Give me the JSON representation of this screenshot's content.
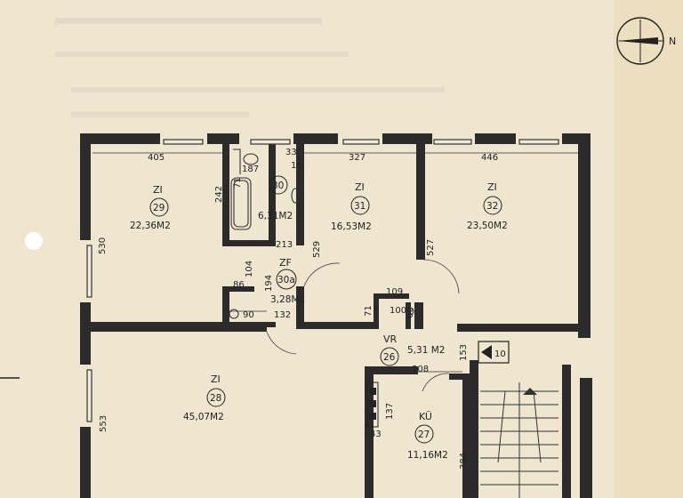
{
  "compass": {
    "label": "N"
  },
  "rooms": [
    {
      "id": "r29",
      "type": "ZI",
      "number": "29",
      "area": "22,36M2"
    },
    {
      "id": "r30",
      "type": "",
      "number": "30",
      "area": "6,31M2"
    },
    {
      "id": "r31",
      "type": "ZI",
      "number": "31",
      "area": "16,53M2"
    },
    {
      "id": "r32",
      "type": "ZI",
      "number": "32",
      "area": "23,50M2"
    },
    {
      "id": "r30a",
      "type": "ZF",
      "number": "30a",
      "area": "3,28M2"
    },
    {
      "id": "r26",
      "type": "VR",
      "number": "26",
      "area": "5,31 M2"
    },
    {
      "id": "r28",
      "type": "ZI",
      "number": "28",
      "area": "45,07M2"
    },
    {
      "id": "r27",
      "type": "KÜ",
      "number": "27",
      "area": "11,16M2"
    }
  ],
  "dimensions": {
    "d405": "405",
    "d327": "327",
    "d446": "446",
    "d187": "187",
    "d16": "16",
    "d33": "33",
    "d242": "242",
    "d530": "530",
    "d529": "529",
    "d527": "527",
    "d213": "213",
    "d104": "104",
    "d194": "194",
    "d86": "86",
    "d90": "90",
    "d132": "132",
    "d109": "109",
    "d100": "100",
    "d71": "71",
    "d60": "60",
    "d153": "153",
    "d308": "308",
    "d137": "137",
    "d43": "43",
    "d384": "384",
    "d553": "553",
    "d71b": "71"
  },
  "stair_marker": {
    "number": "10"
  },
  "ink_color": "#2b2b2b",
  "paper_color": "#f1ead8"
}
